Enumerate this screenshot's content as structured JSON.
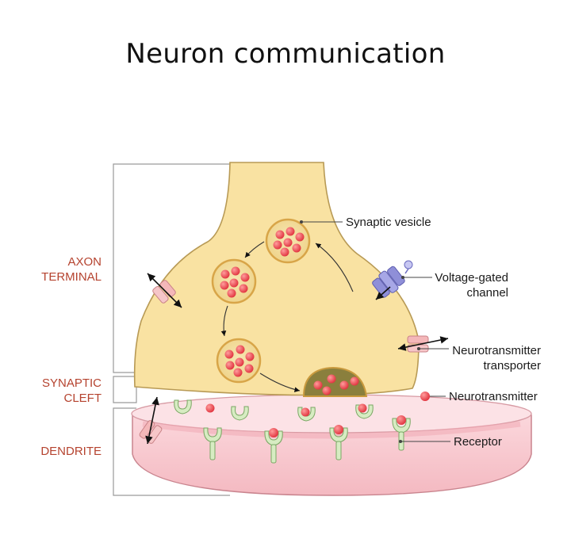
{
  "title": "Neuron communication",
  "regions": {
    "axon_terminal": [
      "AXON",
      "TERMINAL"
    ],
    "synaptic_cleft": [
      "SYNAPTIC",
      "CLEFT"
    ],
    "dendrite": [
      "DENDRITE"
    ]
  },
  "callouts": {
    "synaptic_vesicle": "Synaptic vesicle",
    "voltage_gated_channel": [
      "Voltage-gated",
      "channel"
    ],
    "neurotransmitter_transporter": [
      "Neurotransmitter",
      "transporter"
    ],
    "neurotransmitter": "Neurotransmitter",
    "receptor": "Receptor"
  },
  "colors": {
    "axon_fill": "#f9e2a2",
    "axon_stroke": "#b89a55",
    "dendrite_fill": "#f6c4cb",
    "dendrite_stroke": "#c9848e",
    "vesicle_ring": "#d8a548",
    "neurotransmitter": "#e8474e",
    "receptor": "#d7ecc2",
    "channel": "#8f8fd8",
    "transporter": "#f4b7b9",
    "region_label": "#b5432f"
  }
}
